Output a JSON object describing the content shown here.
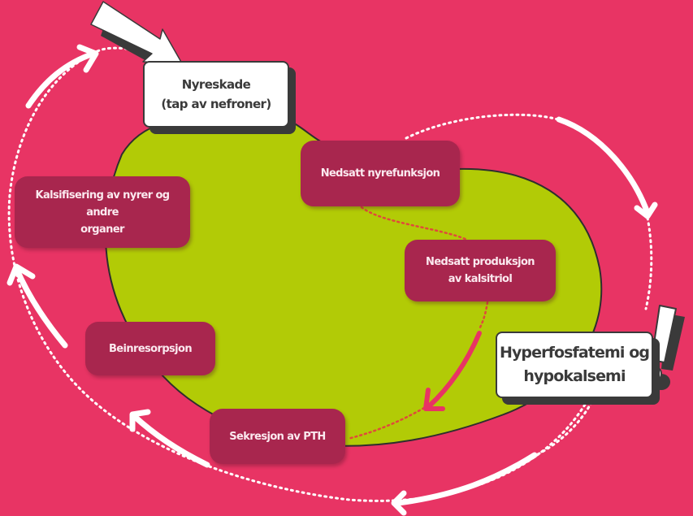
{
  "diagram": {
    "title": "Nyreskade syklus",
    "colors": {
      "background": "#e83464",
      "kidney_fill": "#b2cb06",
      "node_fill": "#a8264e",
      "node_text": "#fbe9ef",
      "callout_fill": "#ffffff",
      "callout_border": "#3a3a3a",
      "cycle_arrow": "#ffffff",
      "inner_arrow": "#e83464",
      "inner_dots": "#e04a3a"
    },
    "start_callout": {
      "line1": "Nyreskade",
      "line2": "(tap av nefroner)"
    },
    "warning_callout": {
      "line1": "Hyperfosfatemi og",
      "line2": "hypokalsemi",
      "icon": "exclamation-icon"
    },
    "nodes": [
      {
        "id": "reduced-kidney-function",
        "lines": [
          "Nedsatt nyrefunksjon"
        ]
      },
      {
        "id": "reduced-calcitriol",
        "lines": [
          "Nedsatt produksjon",
          "av kalsitriol"
        ]
      },
      {
        "id": "pth-secretion",
        "lines": [
          "Sekresjon av PTH"
        ]
      },
      {
        "id": "bone-resorption",
        "lines": [
          "Beinresorpsjon"
        ]
      },
      {
        "id": "calcification",
        "lines": [
          "Kalsifisering av nyrer og andre",
          "organer"
        ]
      }
    ],
    "cycle_direction": "clockwise"
  }
}
